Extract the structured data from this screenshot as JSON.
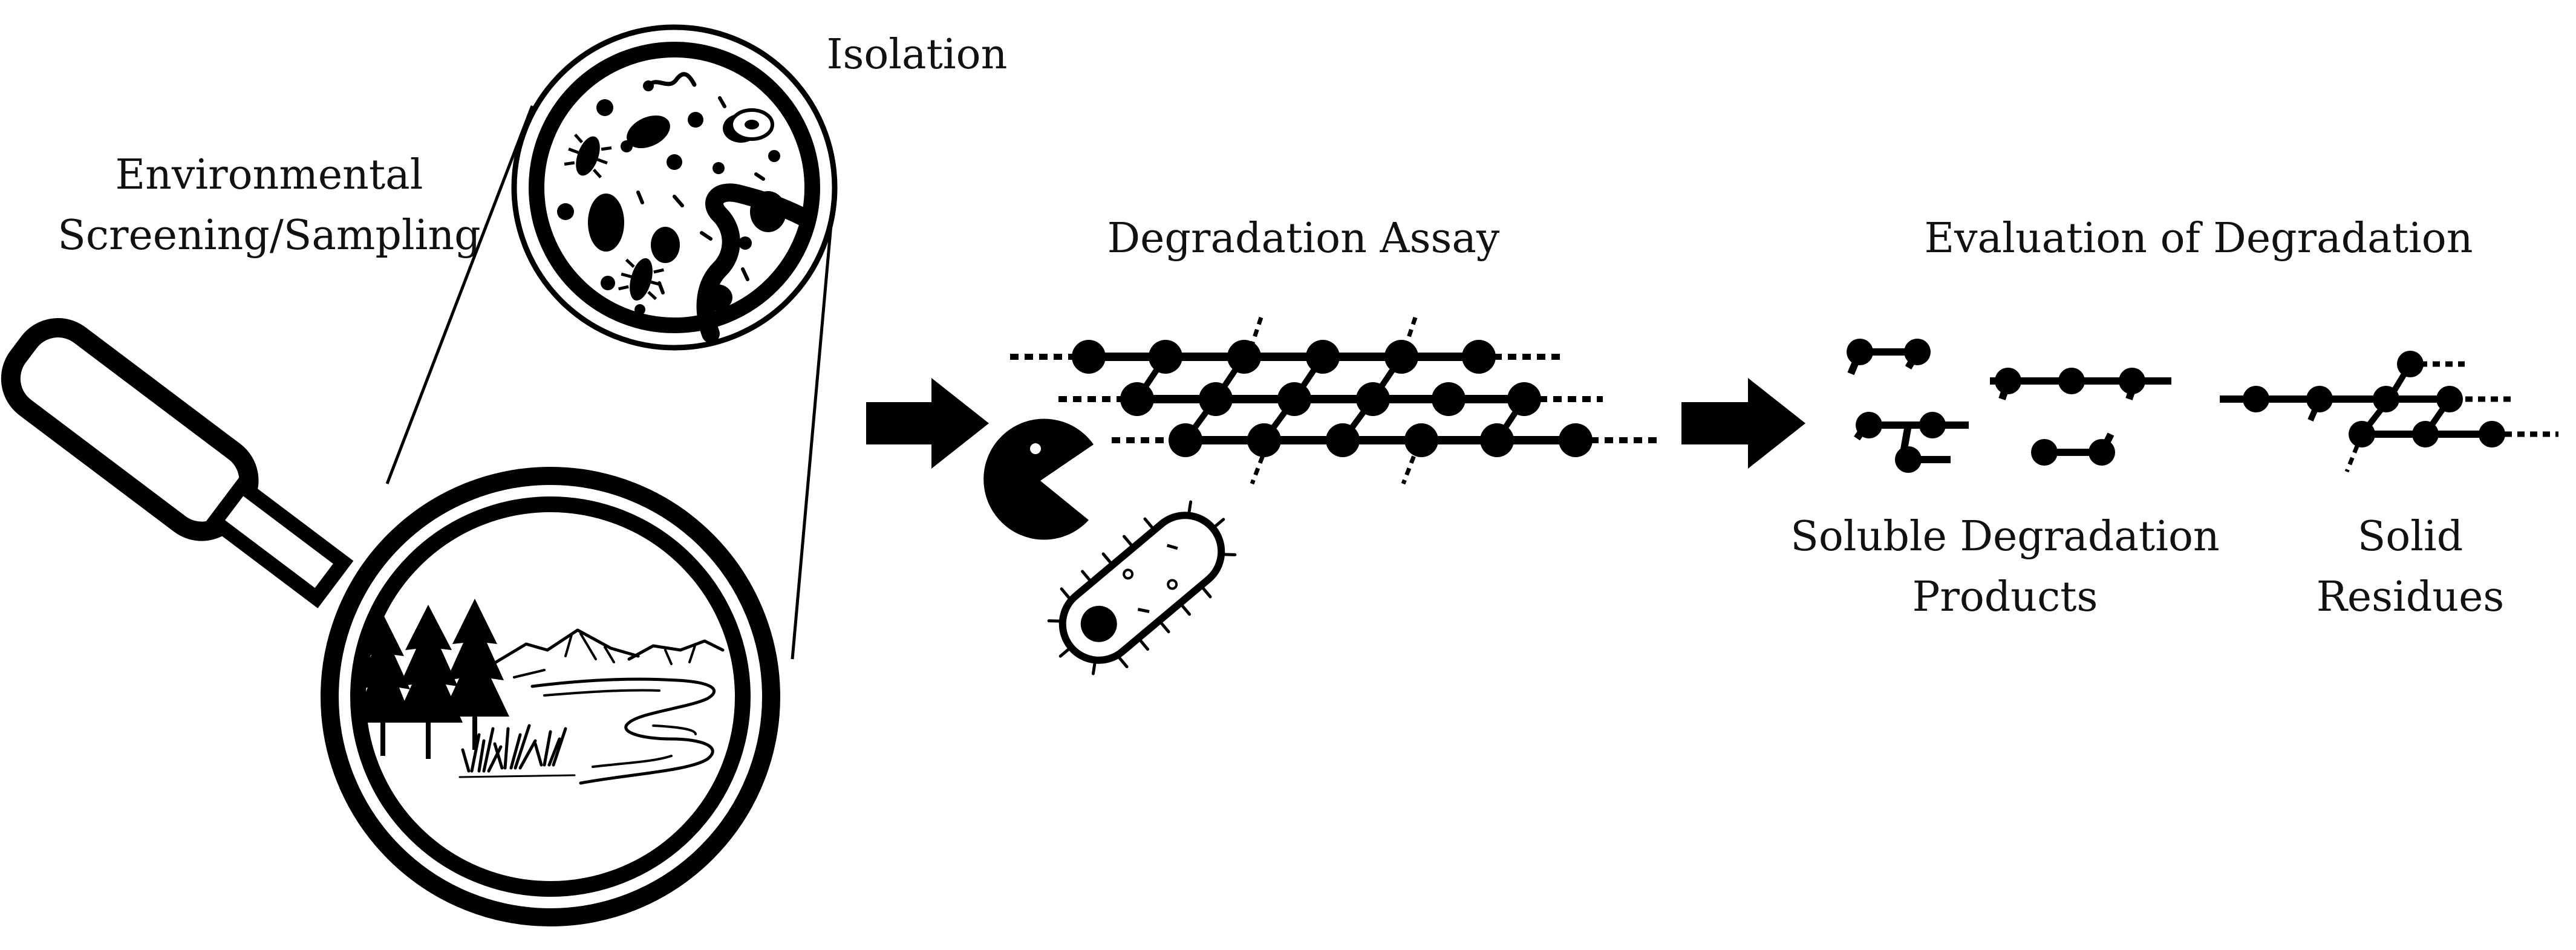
{
  "labels": {
    "environmental_line1": "Environmental",
    "environmental_line2": "Screening/Sampling",
    "isolation": "Isolation",
    "degradation_assay": "Degradation Assay",
    "evaluation": "Evaluation of Degradation",
    "soluble_line1": "Soluble Degradation",
    "soluble_line2": "Products",
    "solid_line1": "Solid",
    "solid_line2": "Residues"
  },
  "colors": {
    "ink": "#000000",
    "paper": "#ffffff"
  },
  "icons": [
    "magnifying-glass-icon",
    "landscape-icon",
    "microbe-culture-icon",
    "arrow-right-icon",
    "enzyme-pacman-icon",
    "bacterium-icon",
    "polymer-chain-icon",
    "polymer-fragment-icon"
  ]
}
